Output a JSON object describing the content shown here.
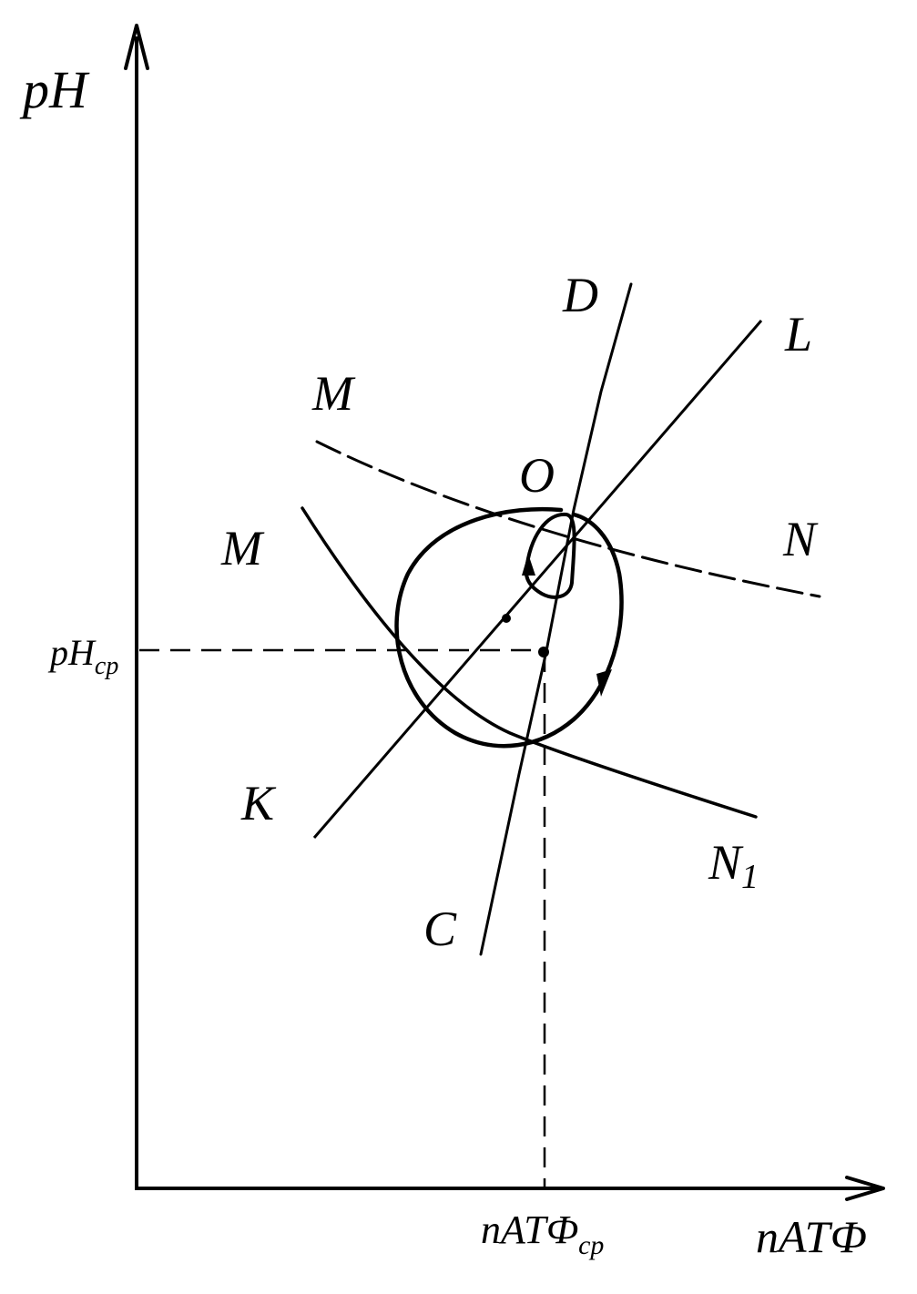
{
  "axes": {
    "y_label": "pH",
    "x_label": "nATФ"
  },
  "reference": {
    "y_label_main": "pH",
    "y_label_sub": "ср",
    "x_label_main": "nATФ",
    "x_label_sub": "ср"
  },
  "lines": {
    "CD": {
      "start": "C",
      "end": "D"
    },
    "KL": {
      "start": "K",
      "end": "L"
    },
    "MN_dashed": {
      "start": "M",
      "end": "N"
    },
    "MN1_solid": {
      "start": "M",
      "end": "N",
      "end_sub": "1"
    }
  },
  "points": {
    "O": "O"
  },
  "colors": {
    "ink": "#000000",
    "background": "#ffffff"
  }
}
